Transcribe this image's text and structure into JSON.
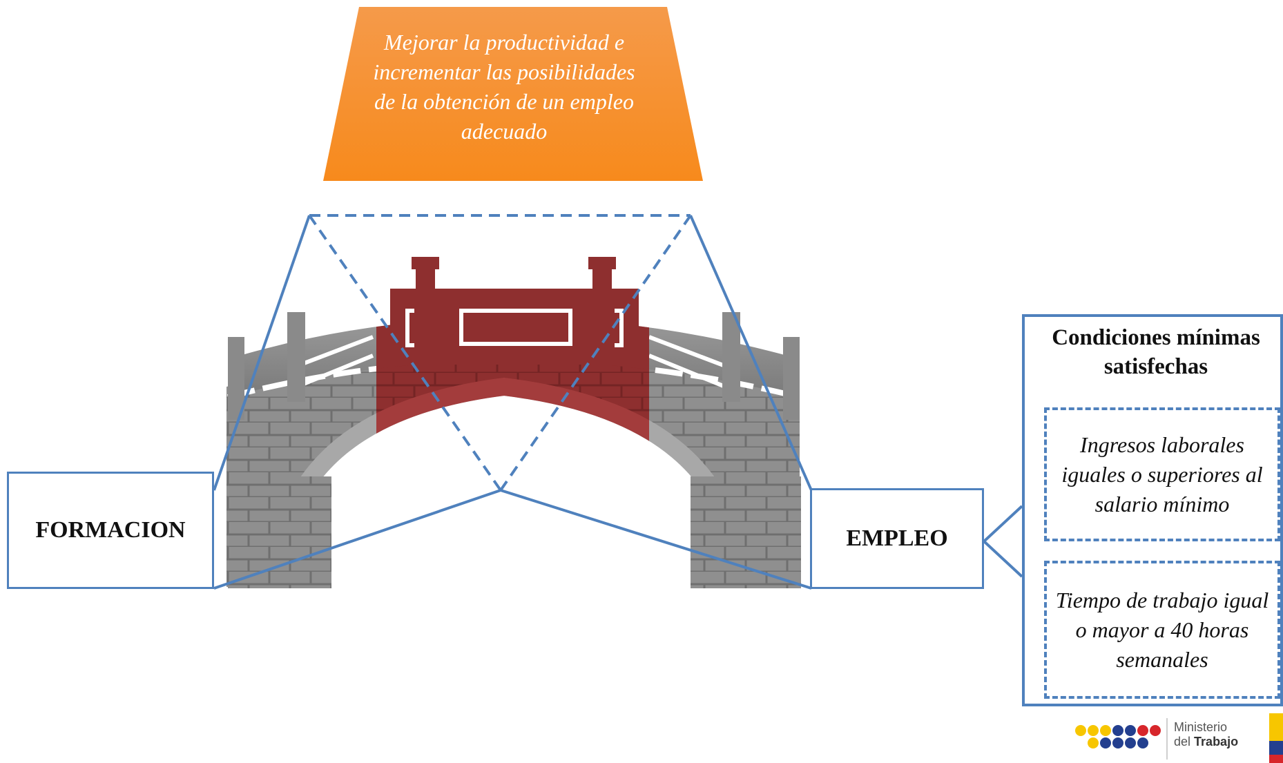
{
  "top_banner": {
    "text": "Mejorar la productividad e incrementar las posibilidades de la obtención  de un empleo adecuado",
    "color": "#f7941d"
  },
  "left_box": {
    "label": "FORMACION"
  },
  "right_box": {
    "label": "EMPLEO"
  },
  "conditions": {
    "title": "Condiciones mínimas satisfechas",
    "items": [
      {
        "text": "Ingresos laborales iguales o superiores al salario mínimo"
      },
      {
        "text": "Tiempo de trabajo igual o mayor a 40 horas semanales"
      }
    ]
  },
  "logo": {
    "line1": "Ministerio",
    "line2_prefix": "del",
    "line2_bold": "Trabajo"
  },
  "colors": {
    "accent": "#4f81bd",
    "bridge_red": "#8e2f2f",
    "bridge_gray": "#8a8a8a",
    "orange": "#f7941d"
  }
}
